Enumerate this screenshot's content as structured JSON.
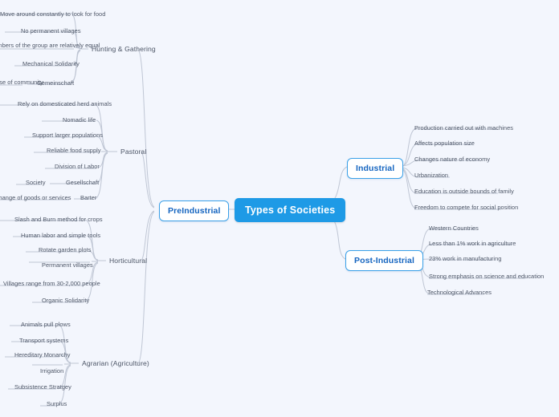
{
  "map": {
    "title": "Types of Societies",
    "colors": {
      "background": "#f3f6fd",
      "root_fill": "#1e9ae6",
      "root_text": "#ffffff",
      "branch_border": "#3aa0e8",
      "branch_text": "#1565c0",
      "leaf_text": "#4c5566",
      "link": "#b9c0cf"
    },
    "root": {
      "label": "Types of Societies"
    },
    "branches": [
      {
        "label": "PreIndustrial",
        "side": "left",
        "children": [
          {
            "label": "Hunting & Gathering",
            "leaves": [
              "Move around constantly to look for food",
              "No permanent villages",
              "Members of the group are relatively equal",
              "Mechanical Solidarity",
              "Sense of community",
              "Gemeinschaft"
            ]
          },
          {
            "label": "Pastoral",
            "leaves": [
              "Rely on domesticated herd animals",
              "Nomadic life",
              "Support larger populations",
              "Reliable food supply",
              "Division of Labor",
              "Society",
              "Gesellschaft",
              "Exchange of goods or services",
              "Barter"
            ]
          },
          {
            "label": "Horticultural",
            "leaves": [
              "Slash and Burn method for crops",
              "Human labor and simple tools",
              "Rotate garden plots",
              "Permanent villages",
              "Villages range from 30-2,000 people",
              "Organic Solidarity"
            ]
          },
          {
            "label": "Agrarian (Agriculture)",
            "leaves": [
              "Animals pull plows",
              "Transport systems",
              "Hereditary Monarchy",
              "Irrigation",
              "Subsistence Stratgey",
              "Surplus"
            ]
          }
        ]
      },
      {
        "label": "Industrial",
        "side": "right",
        "leaves": [
          "Production carried out with machines",
          "Affects population size",
          "Changes nature of economy",
          "Urbanization",
          "Education is outside bounds of family",
          "Freedom to compete for social position"
        ]
      },
      {
        "label": "Post-Industrial",
        "side": "right",
        "leaves": [
          "Western Countries",
          "Less than 1% work in agriculture",
          "23% work in manufacturing",
          "Strong emphasis on science and education",
          "Technological Advances"
        ]
      }
    ]
  }
}
